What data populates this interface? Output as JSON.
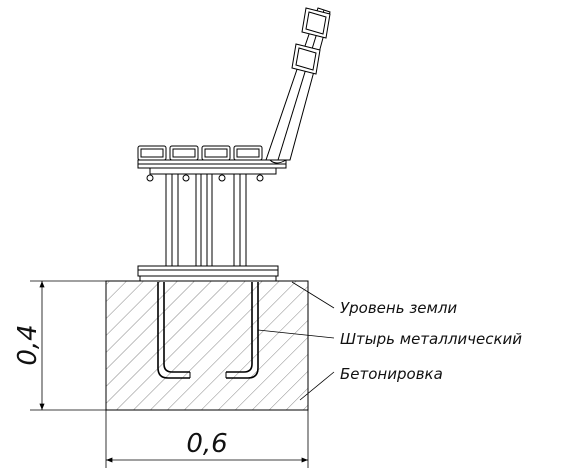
{
  "labels": {
    "ground_level": "Уровень земли",
    "metal_pin": "Штырь металлический",
    "concreting": "Бетонировка"
  },
  "dimensions": {
    "height": "0,4",
    "width": "0,6"
  }
}
